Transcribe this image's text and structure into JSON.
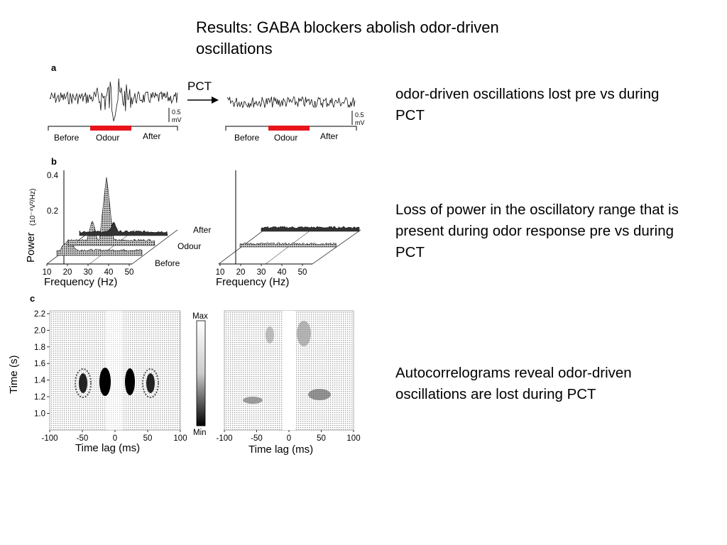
{
  "slide": {
    "title": "Results: GABA blockers abolish odor-driven oscillations",
    "notes": [
      "odor-driven oscillations lost pre vs during PCT",
      "Loss of power in the oscillatory range that is present during odor response  pre vs during PCT",
      "Autocorrelograms reveal odor-driven oscillations are lost during PCT"
    ]
  },
  "figure": {
    "panel_a": {
      "letter": "a",
      "arrow_label": "PCT",
      "scale_value": "0.5",
      "scale_unit": "mV",
      "epochs": [
        "Before",
        "Odour",
        "After"
      ]
    },
    "panel_b": {
      "letter": "b",
      "ylabel": "Power",
      "yunit": "(10⁻⁴V²/Hz)",
      "yticks": [
        "0.4",
        "0.2"
      ],
      "xticks": [
        "10",
        "20",
        "30",
        "40",
        "50"
      ],
      "xlabel": "Frequency (Hz)",
      "depth_labels": [
        "After",
        "Odour",
        "Before"
      ]
    },
    "panel_c": {
      "letter": "c",
      "ylabel": "Time (s)",
      "yticks": [
        "2.2",
        "2.0",
        "1.8",
        "1.6",
        "1.4",
        "1.2",
        "1.0"
      ],
      "xticks": [
        "-100",
        "-50",
        "0",
        "50",
        "100"
      ],
      "xlabel": "Time lag (ms)",
      "colorbar_max": "Max",
      "colorbar_min": "Min"
    },
    "colors": {
      "odour_bar": "#e8131b",
      "trace": "#111111",
      "map_dot": "#9a9a9a"
    }
  }
}
